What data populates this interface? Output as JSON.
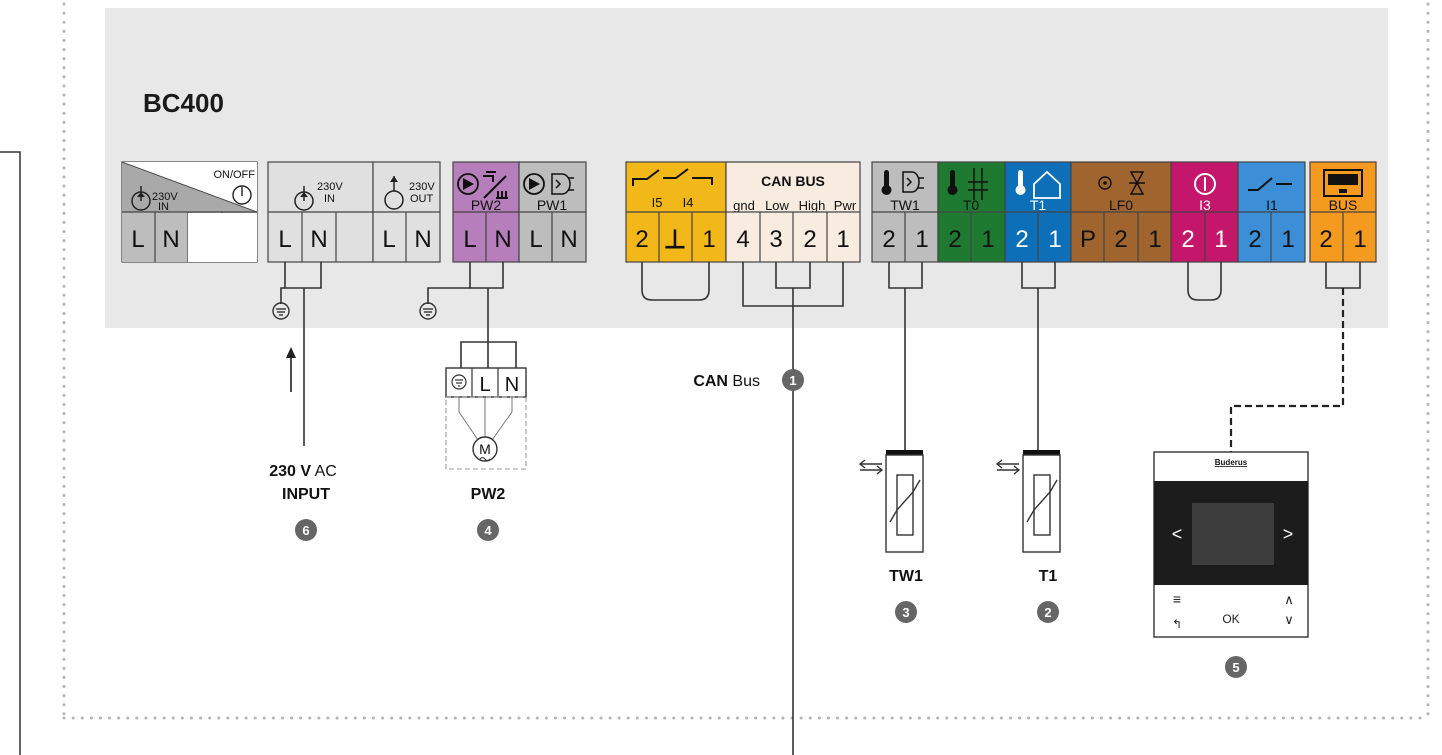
{
  "board": {
    "title": "BC400"
  },
  "terminals": {
    "power_in": {
      "label_top": "230V",
      "label_bot": "IN",
      "switch": "ON/OFF",
      "pins": [
        "L",
        "N",
        "",
        ""
      ]
    },
    "mains_in": {
      "label_top": "230V",
      "label_bot": "IN",
      "pins": [
        "L",
        "N",
        ""
      ]
    },
    "mains_out": {
      "label_top": "230V",
      "label_bot": "OUT",
      "pins": [
        "L",
        "N"
      ]
    },
    "pw2": {
      "label": "PW2",
      "pins": [
        "L",
        "N"
      ],
      "color": "#b67fbb"
    },
    "pw1": {
      "label": "PW1",
      "pins": [
        "L",
        "N"
      ],
      "color": "#bdbdbd"
    },
    "i5i4": {
      "label_a": "I5",
      "label_b": "I4",
      "pins": [
        "2",
        "⊥",
        "1"
      ],
      "color": "#f2b718"
    },
    "canbus": {
      "title": "CAN BUS",
      "sub": [
        "gnd",
        "Low",
        "High",
        "Pwr"
      ],
      "pins": [
        "4",
        "3",
        "2",
        "1"
      ],
      "color": "#f8ece0"
    },
    "tw1": {
      "label": "TW1",
      "pins": [
        "2",
        "1"
      ],
      "color": "#bdbdbd"
    },
    "t0": {
      "label": "T0",
      "pins": [
        "2",
        "1"
      ],
      "color": "#1e7a30"
    },
    "t1": {
      "label": "T1",
      "pins": [
        "2",
        "1"
      ],
      "color": "#0d6fb8"
    },
    "lf0": {
      "label": "LF0",
      "pins": [
        "P",
        "2",
        "1"
      ],
      "color": "#a0652e"
    },
    "i3": {
      "label": "I3",
      "pins": [
        "2",
        "1"
      ],
      "color": "#c4166a"
    },
    "i1": {
      "label": "I1",
      "pins": [
        "2",
        "1"
      ],
      "color": "#3c8fd6"
    },
    "bus": {
      "label": "BUS",
      "pins": [
        "2",
        "1"
      ],
      "color": "#f39a1f"
    }
  },
  "pump_terminals": [
    "L",
    "N"
  ],
  "pump_motor": "M",
  "callouts": {
    "can": {
      "label_bold": "CAN",
      "label_rest": " Bus",
      "num": "1"
    },
    "mains": {
      "line1_bold": "230 V",
      "line1_rest": " AC",
      "line2": "INPUT",
      "num": "6"
    },
    "pw2": {
      "label": "PW2",
      "num": "4"
    },
    "tw1": {
      "label": "TW1",
      "num": "3"
    },
    "t1": {
      "label": "T1",
      "num": "2"
    },
    "controller": {
      "num": "5"
    }
  },
  "controller": {
    "brand": "Buderus",
    "left": "<",
    "right": ">",
    "ok": "OK",
    "menu": "≡",
    "back": "↰",
    "up": "∧",
    "down": "∨"
  }
}
